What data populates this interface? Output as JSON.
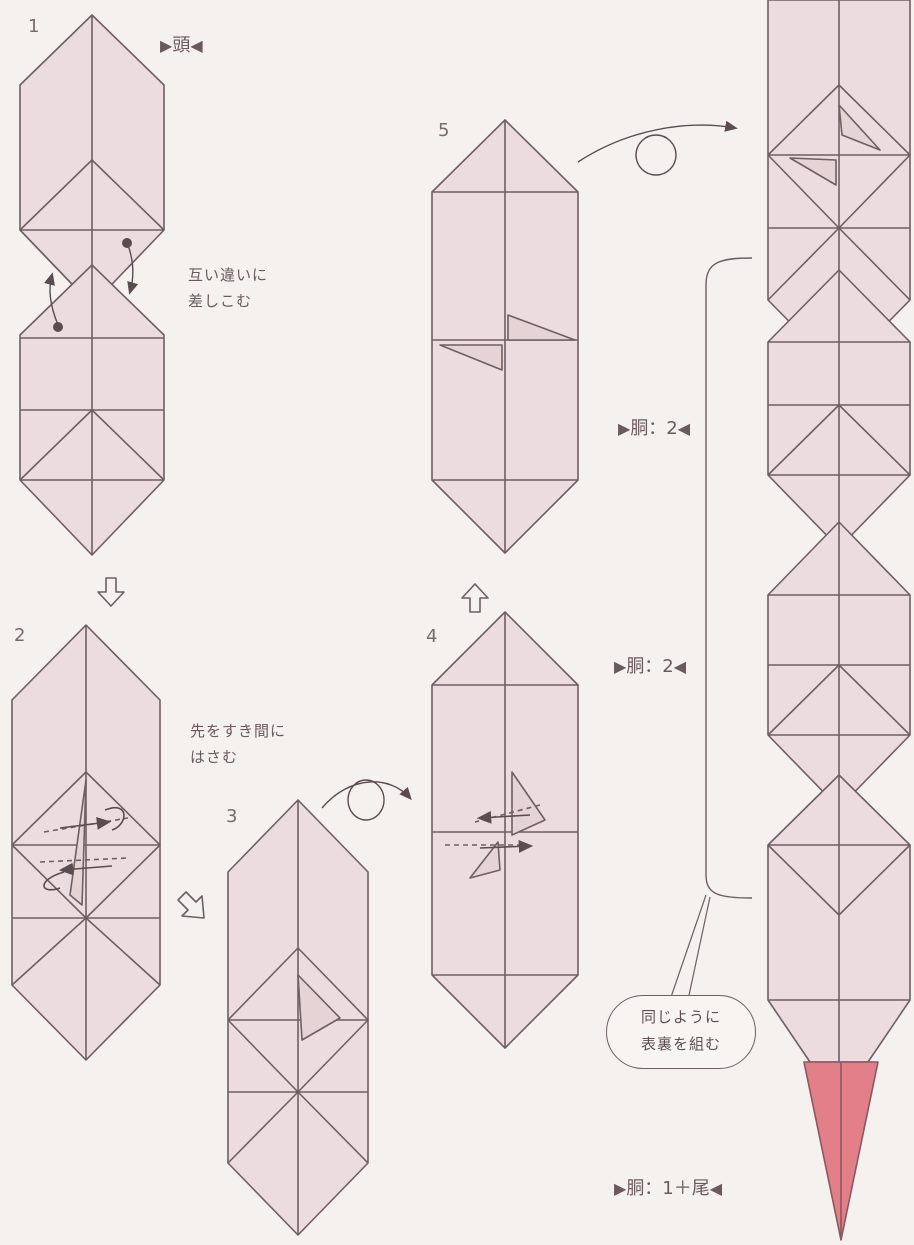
{
  "steps": {
    "s1": "1",
    "s2": "2",
    "s3": "3",
    "s4": "4",
    "s5": "5"
  },
  "labels": {
    "head": "頭",
    "body_2a": "胴：2",
    "body_2b": "胴：2",
    "body_tail": "胴：1＋尾"
  },
  "notes": {
    "step1_line1": "互い違いに",
    "step1_line2": "差しこむ",
    "step2_line1": "先をすき間に",
    "step2_line2": "はさむ",
    "callout_line1": "同じように",
    "callout_line2": "表裏を組む"
  },
  "colors": {
    "paper": "#eddcdf",
    "line": "#6d5f63",
    "tail": "#e27f88"
  }
}
